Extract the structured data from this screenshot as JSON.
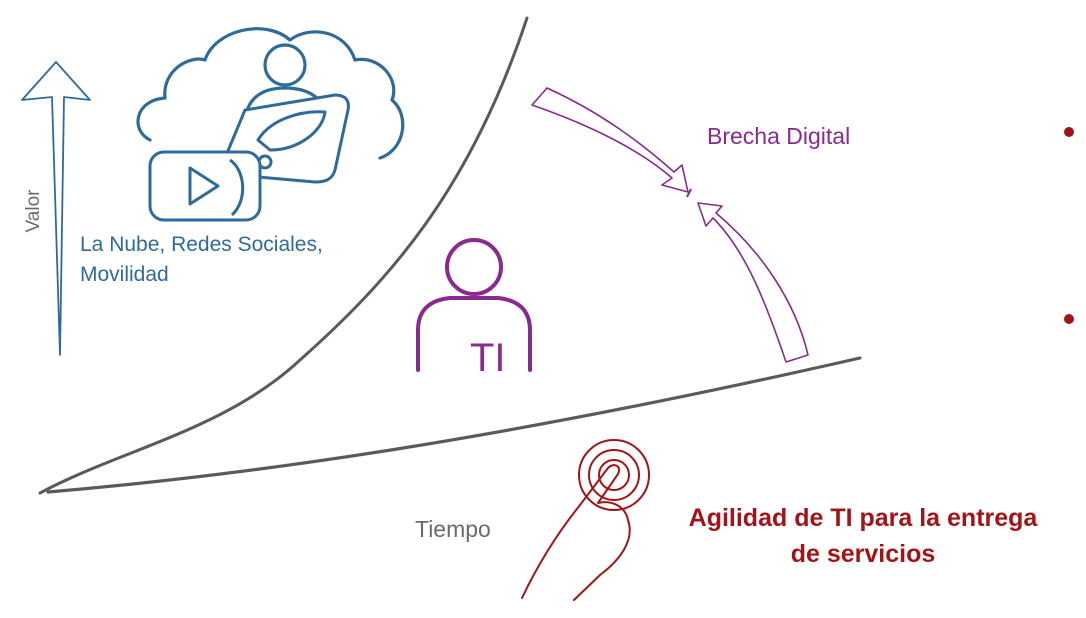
{
  "axis": {
    "y_label": "Valor",
    "x_label": "Tiempo"
  },
  "technology": {
    "label_line1": "La Nube, Redes Sociales,",
    "label_line2": "Movilidad"
  },
  "gap": {
    "label": "Brecha Digital"
  },
  "it": {
    "label": "TI"
  },
  "agility": {
    "line1": "Agilidad de TI para la entrega",
    "line2": "de servicios"
  },
  "colors": {
    "axis_gray": "#6b6b6b",
    "blue": "#2f6b9a",
    "purple": "#8a2a8e",
    "red": "#a31419",
    "curve": "#5a5a5a"
  },
  "icons": [
    "up-arrow-icon",
    "cloud-icon",
    "person-icon",
    "tablet-icon",
    "video-play-icon",
    "curved-arrow-icon",
    "touch-hand-icon"
  ]
}
